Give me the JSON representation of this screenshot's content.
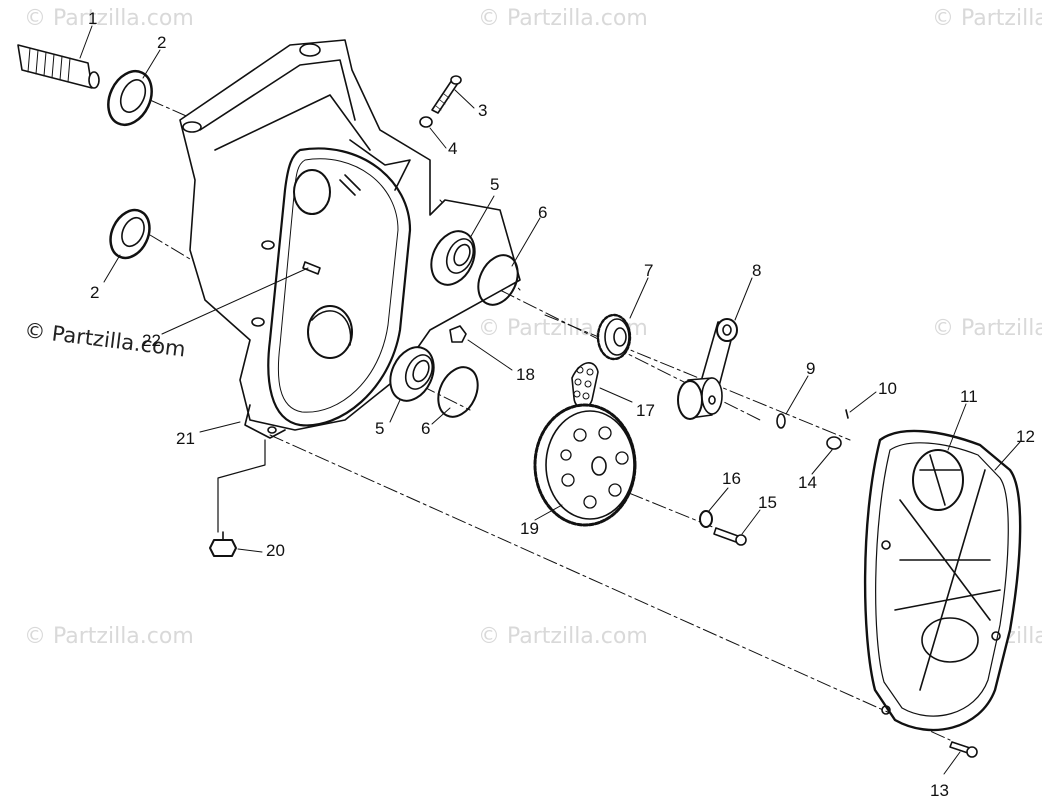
{
  "watermark": "© Partzilla.com",
  "callouts": [
    "1",
    "2",
    "2",
    "3",
    "4",
    "5",
    "5",
    "6",
    "6",
    "7",
    "8",
    "9",
    "10",
    "11",
    "12",
    "13",
    "14",
    "15",
    "16",
    "17",
    "18",
    "19",
    "20",
    "21",
    "22"
  ]
}
